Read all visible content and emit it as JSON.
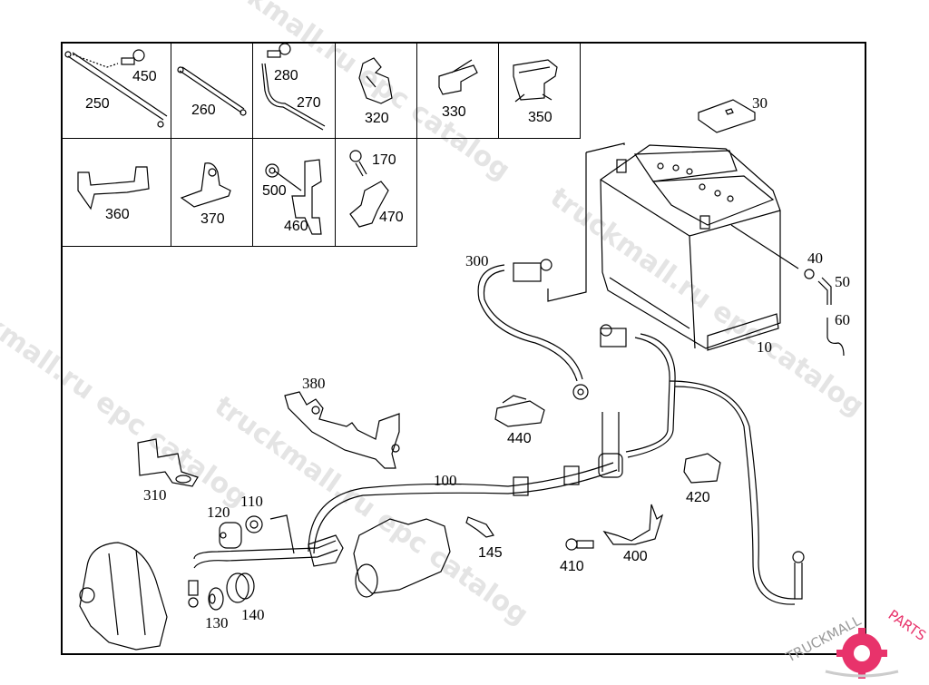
{
  "diagram": {
    "title": "Battery and battery cable parts diagram",
    "watermarks": [
      "truckmall.ru epc catalog",
      "truckmall.ru epc catalog",
      "truckmall.ru epc catalog",
      "truckmall.ru epc catalog"
    ],
    "brand_logo": {
      "text_left": "TRUCKMALL",
      "text_right": "PARTS",
      "accent_color": "#e8336b",
      "text_color": "#9a9a9a"
    },
    "inset_grid": {
      "row1": [
        {
          "part": "250",
          "extra": [
            "450"
          ]
        },
        {
          "part": "260"
        },
        {
          "part": "270",
          "extra": [
            "280"
          ]
        },
        {
          "part": "320"
        },
        {
          "part": "330"
        },
        {
          "part": "350"
        }
      ],
      "row2": [
        {
          "part": "360"
        },
        {
          "part": "370"
        },
        {
          "part": "460",
          "extra": [
            "500"
          ]
        },
        {
          "part": "470",
          "extra": [
            "170"
          ]
        }
      ]
    },
    "callouts": {
      "p10": "10",
      "p30": "30",
      "p40": "40",
      "p50": "50",
      "p60": "60",
      "p100": "100",
      "p110": "110",
      "p120": "120",
      "p130": "130",
      "p140": "140",
      "p145": "145",
      "p170": "170",
      "p250": "250",
      "p260": "260",
      "p270": "270",
      "p280": "280",
      "p300": "300",
      "p310": "310",
      "p320": "320",
      "p330": "330",
      "p350": "350",
      "p360": "360",
      "p370": "370",
      "p380": "380",
      "p400": "400",
      "p410": "410",
      "p420": "420",
      "p440": "440",
      "p450": "450",
      "p460": "460",
      "p470": "470",
      "p500": "500"
    }
  }
}
